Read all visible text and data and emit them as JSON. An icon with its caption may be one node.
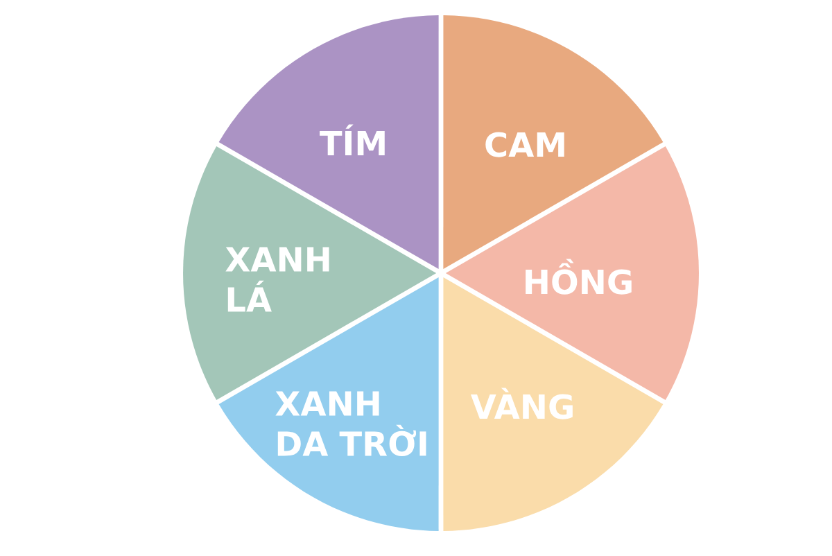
{
  "diagram": {
    "nodes": [
      {
        "text": [
          "TÍM"
        ]
      },
      {
        "text": [
          "CAM"
        ]
      },
      {
        "text": [
          "XANH LÁ"
        ]
      },
      {
        "text": [
          "HỒNG"
        ]
      },
      {
        "text": [
          "XANH DA TRỜI"
        ]
      },
      {
        "text": [
          "VÀNG"
        ]
      }
    ]
  }
}
